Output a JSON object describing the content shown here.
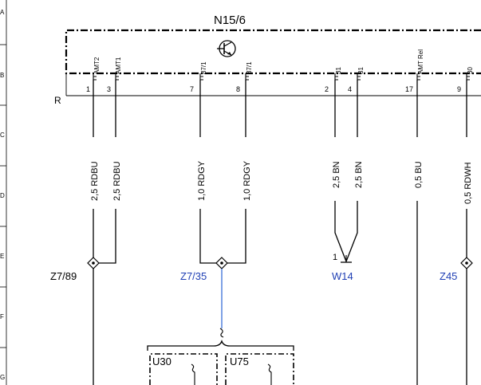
{
  "component": {
    "name": "N15/6",
    "rail_label": "R"
  },
  "row_letters": [
    "A",
    "B",
    "C",
    "D",
    "E",
    "F",
    "G"
  ],
  "pins": [
    {
      "num": "1",
      "name": "AMT2"
    },
    {
      "num": "3",
      "name": "AMT1"
    },
    {
      "num": "7",
      "name": "87/1"
    },
    {
      "num": "8",
      "name": "87/1"
    },
    {
      "num": "2",
      "name": "31"
    },
    {
      "num": "4",
      "name": "31"
    },
    {
      "num": "17",
      "name": "AMT Rel"
    },
    {
      "num": "9",
      "name": "30"
    }
  ],
  "wires": [
    {
      "label": "2,5 RDBU"
    },
    {
      "label": "2,5 RDBU"
    },
    {
      "label": "1,0 RDGY"
    },
    {
      "label": "1,0 RDGY"
    },
    {
      "label": "2,5 BN"
    },
    {
      "label": "2,5 BN"
    },
    {
      "label": "0,5 BU"
    },
    {
      "label": "0,5 RDWH"
    }
  ],
  "connectors": [
    {
      "name": "Z7/89",
      "color": "#000000"
    },
    {
      "name": "Z7/35",
      "color": "#1f3fb4"
    },
    {
      "name": "W14",
      "color": "#1f3fb4",
      "pin": "1"
    },
    {
      "name": "Z45",
      "color": "#1f3fb4"
    }
  ],
  "lower_components": [
    {
      "name": "U30"
    },
    {
      "name": "U75"
    }
  ],
  "colors": {
    "line": "#000000",
    "accent_blue": "#1f3fb4",
    "wire_blue": "#3a6fd8"
  }
}
